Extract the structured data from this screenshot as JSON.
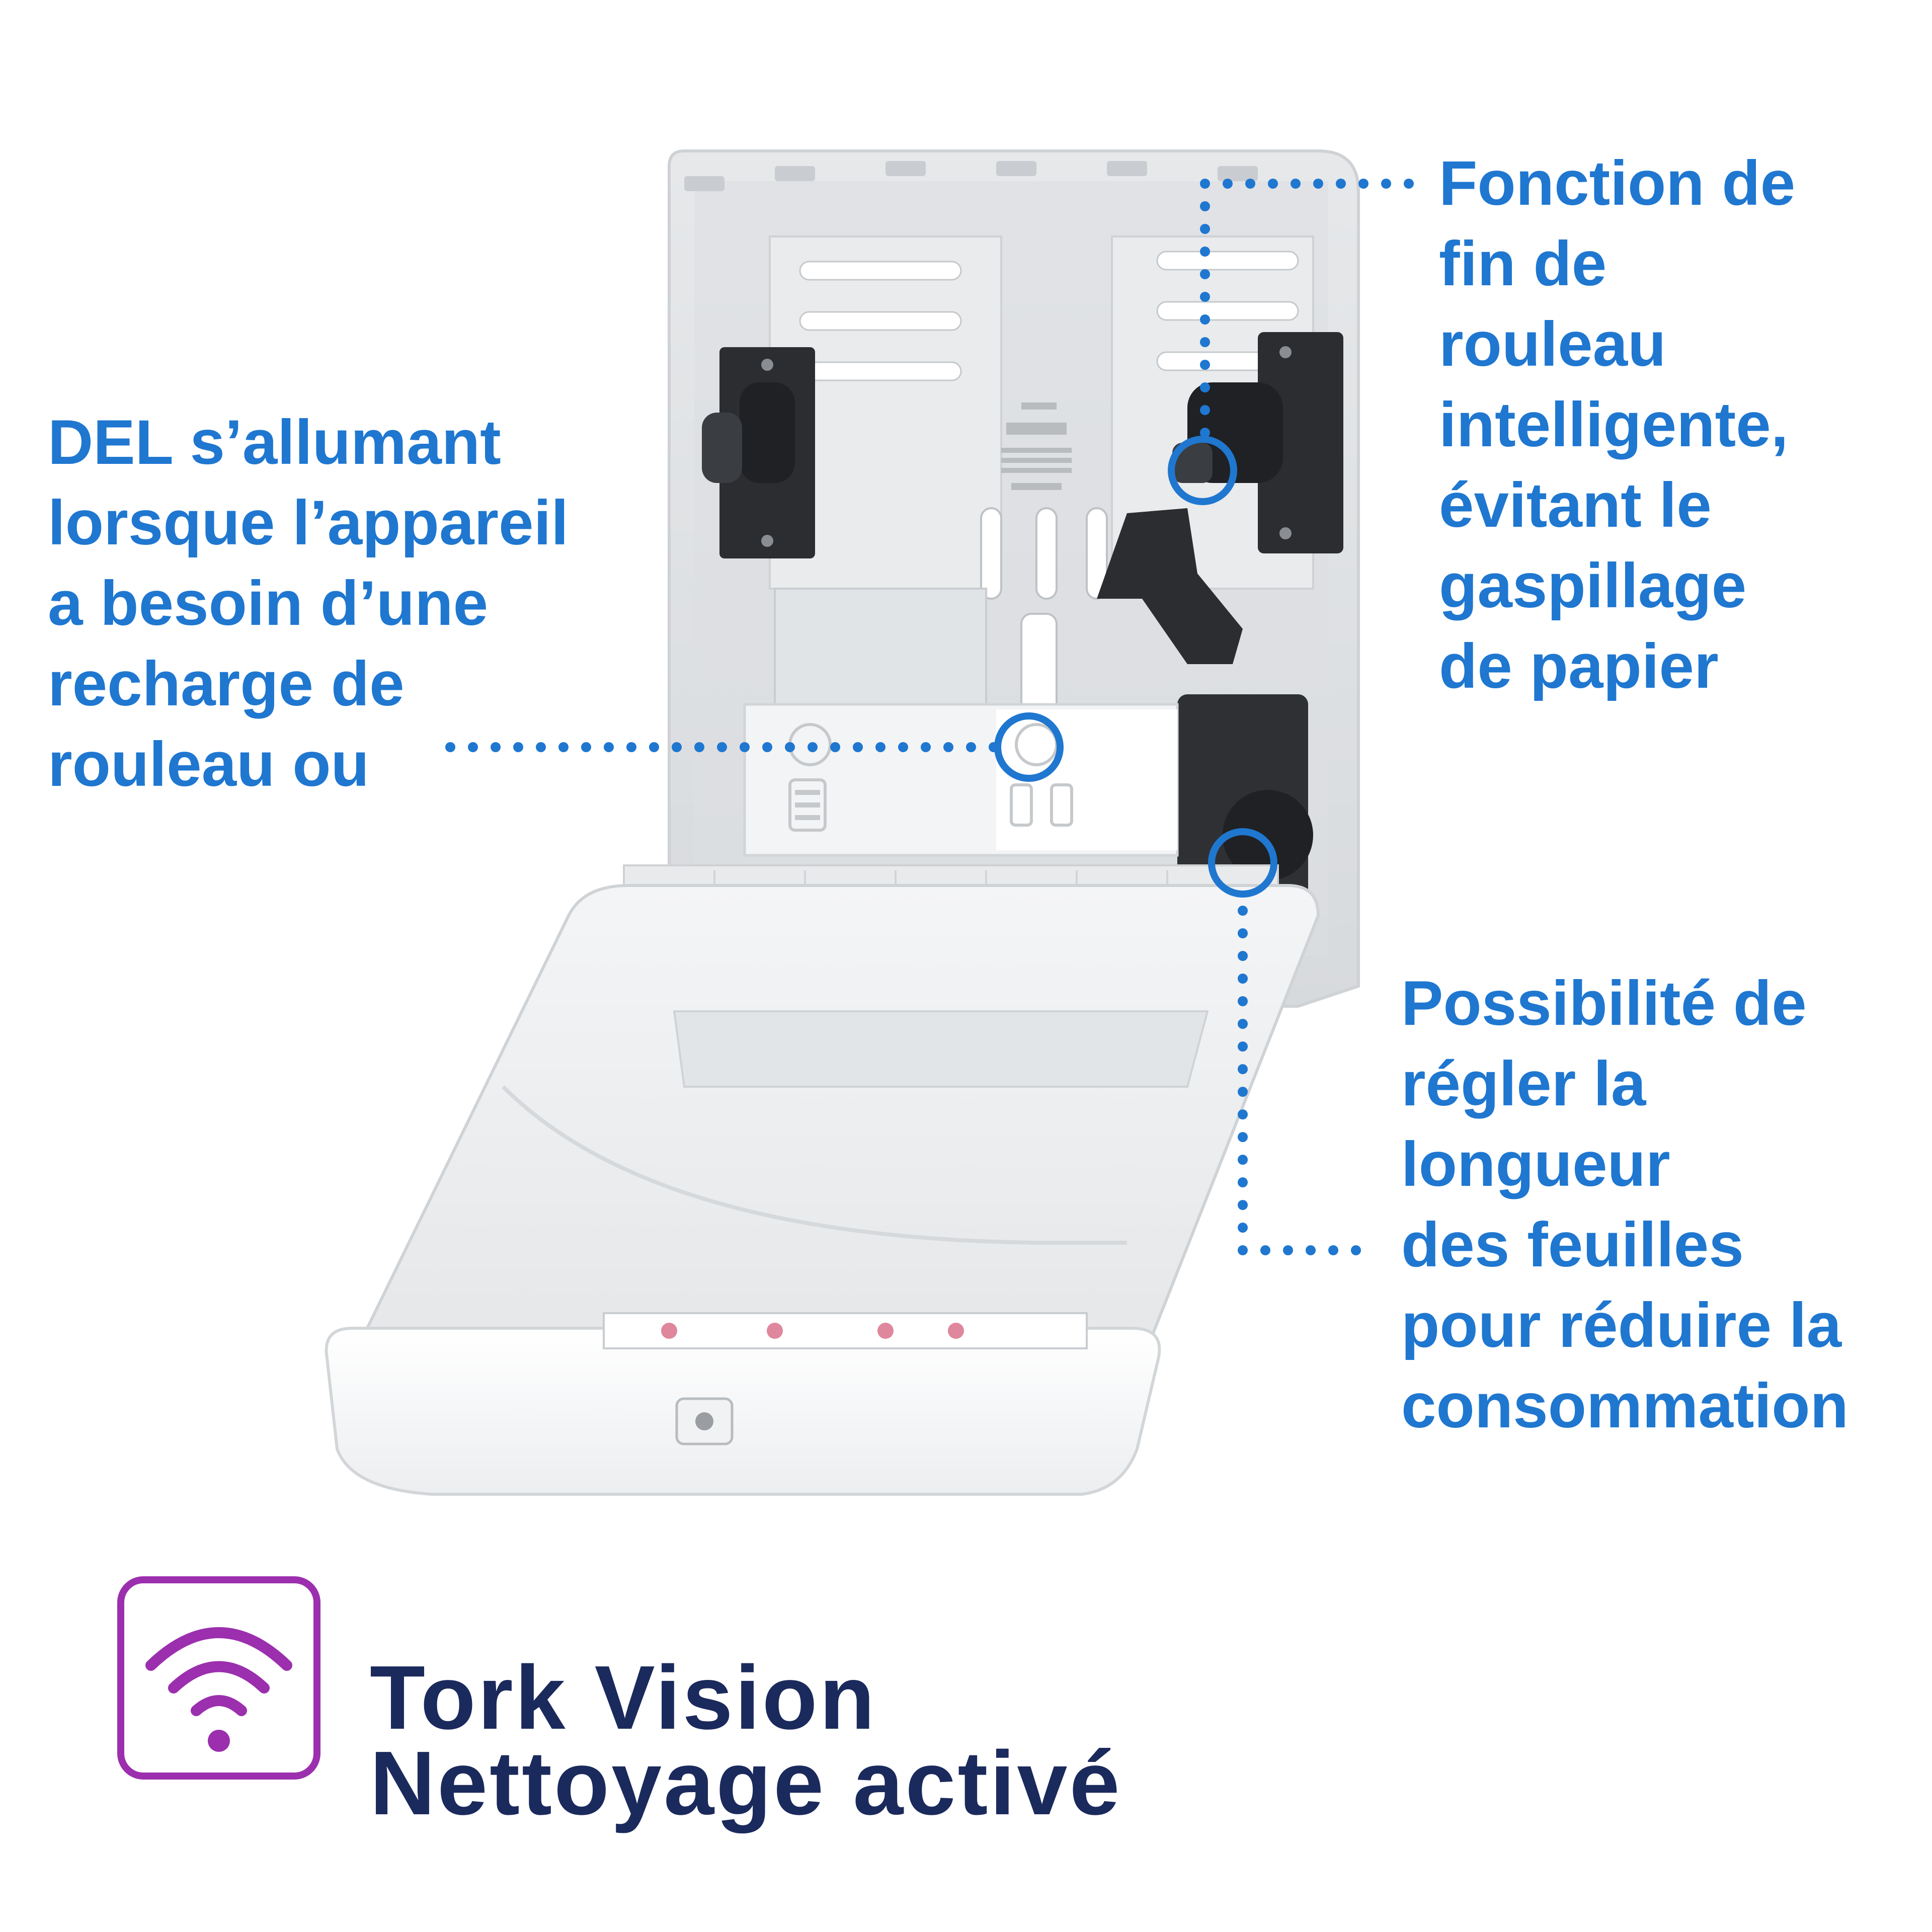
{
  "callouts": {
    "led": {
      "lines": [
        "DEL s’allumant",
        "lorsque l’appareil",
        "a besoin d’une",
        "recharge de",
        "rouleau ou"
      ]
    },
    "end_of_roll": {
      "lines": [
        "Fonction de",
        "fin de",
        "rouleau",
        "intelligente,",
        "évitant le",
        "gaspillage",
        "de papier"
      ]
    },
    "sheet_length": {
      "lines": [
        "Possibilité de",
        "régler la",
        "longueur",
        "des feuilles",
        "pour réduire la",
        "consommation"
      ]
    }
  },
  "brand": {
    "title": "Tork Vision",
    "subtitle": "Nettoyage activé",
    "icon": "wifi-signal-icon"
  },
  "colors": {
    "callout_text": "#1f77d0",
    "brand_text": "#1b2a5c",
    "brand_icon": "#9b2fae",
    "dispenser_body": "#f2f3f4",
    "dispenser_dark_parts": "#2b2d30"
  }
}
